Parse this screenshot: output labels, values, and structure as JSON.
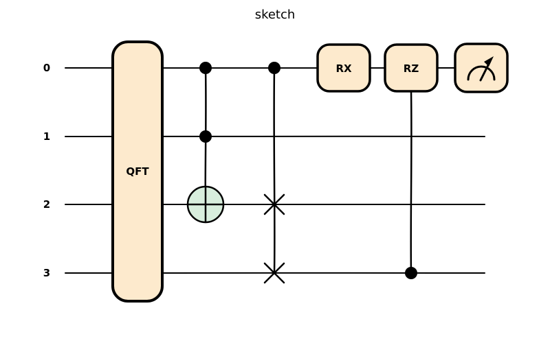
{
  "title": "sketch",
  "colors": {
    "background": "#ffffff",
    "gate_fill": "#fdeacd",
    "ccx_target_fill": "#d8eedd",
    "stroke": "#000000"
  },
  "qubits": [
    {
      "label": "0"
    },
    {
      "label": "1"
    },
    {
      "label": "2"
    },
    {
      "label": "3"
    }
  ],
  "gates": {
    "qft": {
      "label": "QFT",
      "span": [
        0,
        3
      ]
    },
    "ccx": {
      "type": "toffoli",
      "controls": [
        0,
        1
      ],
      "target": 2
    },
    "cswap": {
      "type": "controlled-swap",
      "control": 0,
      "targets": [
        2,
        3
      ]
    },
    "rx": {
      "label": "RX",
      "qubit": 0
    },
    "crz": {
      "label": "RZ",
      "target": 0,
      "control": 3
    },
    "measure": {
      "type": "measurement",
      "qubit": 0
    }
  }
}
